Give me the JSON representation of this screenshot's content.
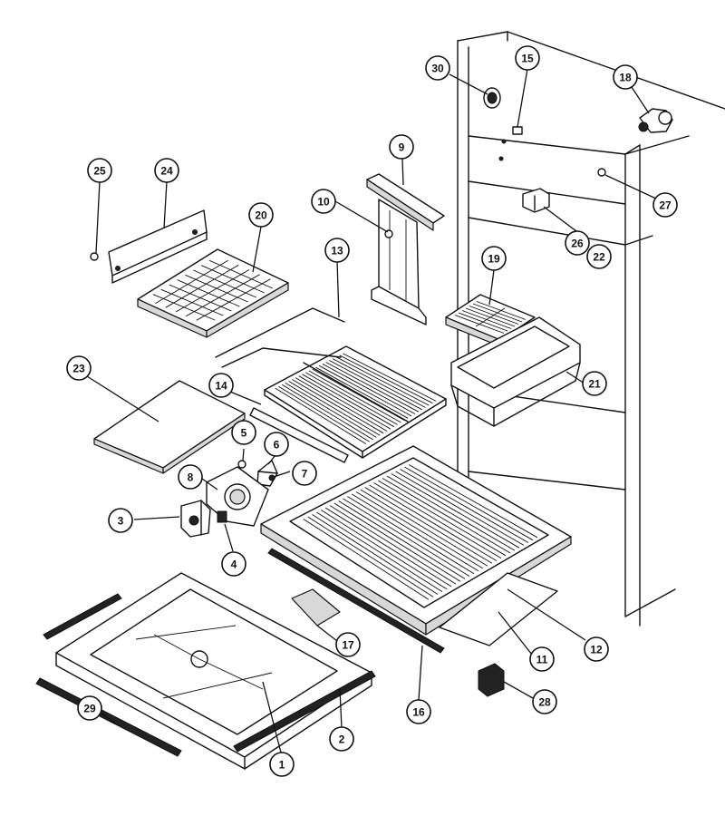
{
  "diagram": {
    "callouts": [
      {
        "id": "30",
        "label": "30"
      },
      {
        "id": "15",
        "label": "15"
      },
      {
        "id": "18",
        "label": "18"
      },
      {
        "id": "9",
        "label": "9"
      },
      {
        "id": "27",
        "label": "27"
      },
      {
        "id": "25",
        "label": "25"
      },
      {
        "id": "24",
        "label": "24"
      },
      {
        "id": "20",
        "label": "20"
      },
      {
        "id": "10",
        "label": "10"
      },
      {
        "id": "13",
        "label": "13"
      },
      {
        "id": "26",
        "label": "26"
      },
      {
        "id": "22",
        "label": "22"
      },
      {
        "id": "19",
        "label": "19"
      },
      {
        "id": "23",
        "label": "23"
      },
      {
        "id": "14",
        "label": "14"
      },
      {
        "id": "21",
        "label": "21"
      },
      {
        "id": "5",
        "label": "5"
      },
      {
        "id": "6",
        "label": "6"
      },
      {
        "id": "8",
        "label": "8"
      },
      {
        "id": "7",
        "label": "7"
      },
      {
        "id": "3",
        "label": "3"
      },
      {
        "id": "4",
        "label": "4"
      },
      {
        "id": "17",
        "label": "17"
      },
      {
        "id": "11",
        "label": "11"
      },
      {
        "id": "12",
        "label": "12"
      },
      {
        "id": "16",
        "label": "16"
      },
      {
        "id": "28",
        "label": "28"
      },
      {
        "id": "29",
        "label": "29"
      },
      {
        "id": "2",
        "label": "2"
      },
      {
        "id": "1",
        "label": "1"
      }
    ]
  }
}
